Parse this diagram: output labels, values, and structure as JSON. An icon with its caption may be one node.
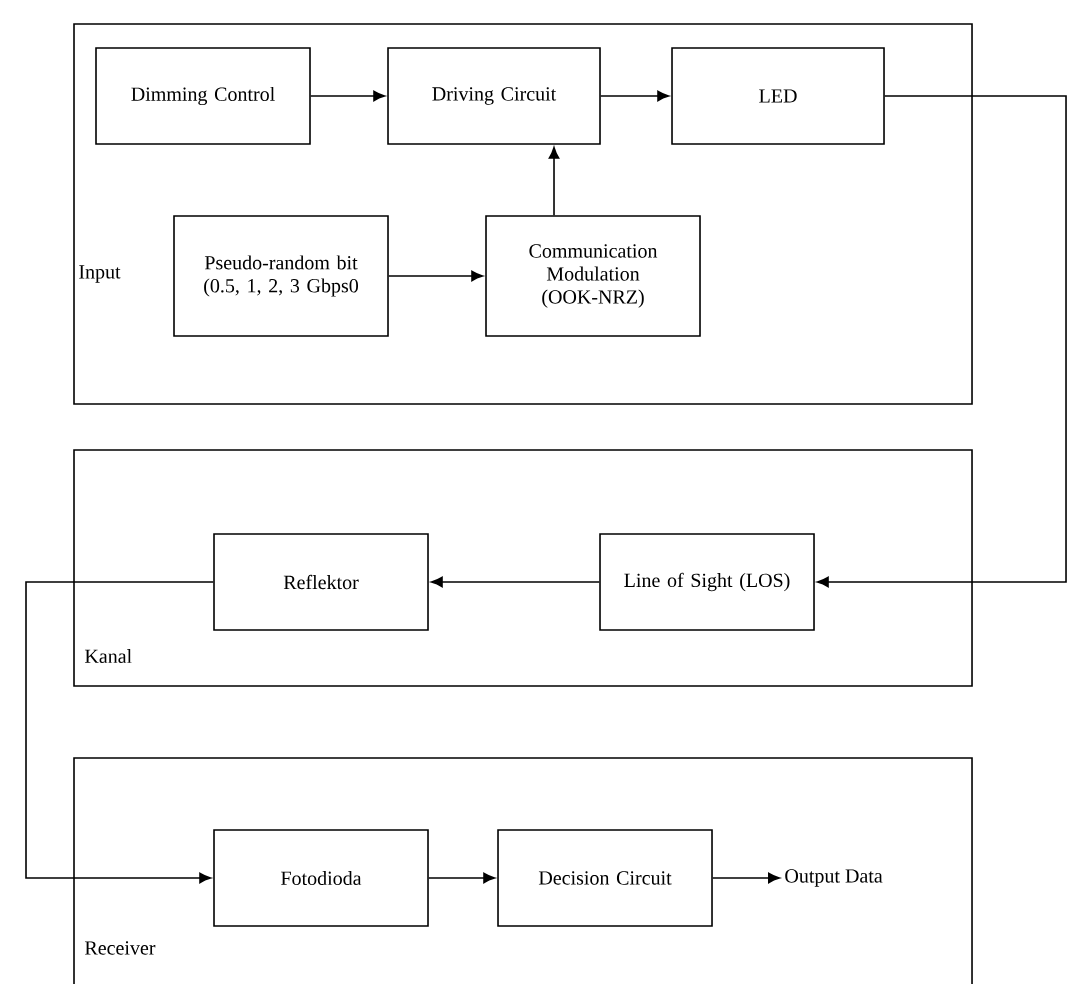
{
  "diagram": {
    "nodes": [
      {
        "text": [
          "Input"
        ]
      },
      {
        "text": [
          "Dimming Control"
        ],
        "in": 0
      },
      {
        "text": [
          "Driving Circuit"
        ],
        "in": 0
      },
      {
        "text": [
          "LED"
        ],
        "in": 0
      },
      {
        "text": [
          "Pseudo-random bit (0.5, 1, 2, 3 Gbps0"
        ],
        "in": 0
      },
      {
        "text": [
          "Communication Modulation (OOK-NRZ)"
        ],
        "in": 0
      },
      {
        "text": [
          "Kanal"
        ]
      },
      {
        "text": [
          "Reflektor"
        ],
        "in": 6
      },
      {
        "text": [
          "Line of Sight (LOS)"
        ],
        "in": 6
      },
      {
        "text": [
          "Receiver"
        ]
      },
      {
        "text": [
          "Fotodioda"
        ],
        "in": 9
      },
      {
        "text": [
          "Decision Circuit"
        ],
        "in": 9
      },
      {
        "text": [
          "Output Data"
        ],
        "in": 9
      }
    ],
    "edges": [
      {
        "from": 1,
        "to": 2,
        "arrow": "to"
      },
      {
        "from": 2,
        "to": 3,
        "arrow": "to"
      },
      {
        "from": 4,
        "to": 5,
        "arrow": "to"
      },
      {
        "from": 5,
        "to": 2,
        "arrow": "to"
      },
      {
        "from": 3,
        "to": 8,
        "arrow": "to"
      },
      {
        "from": 8,
        "to": 7,
        "arrow": "to"
      },
      {
        "from": 7,
        "to": 10,
        "arrow": "to"
      },
      {
        "from": 10,
        "to": 11,
        "arrow": "to"
      },
      {
        "from": 11,
        "to": 12,
        "arrow": "to"
      }
    ]
  }
}
